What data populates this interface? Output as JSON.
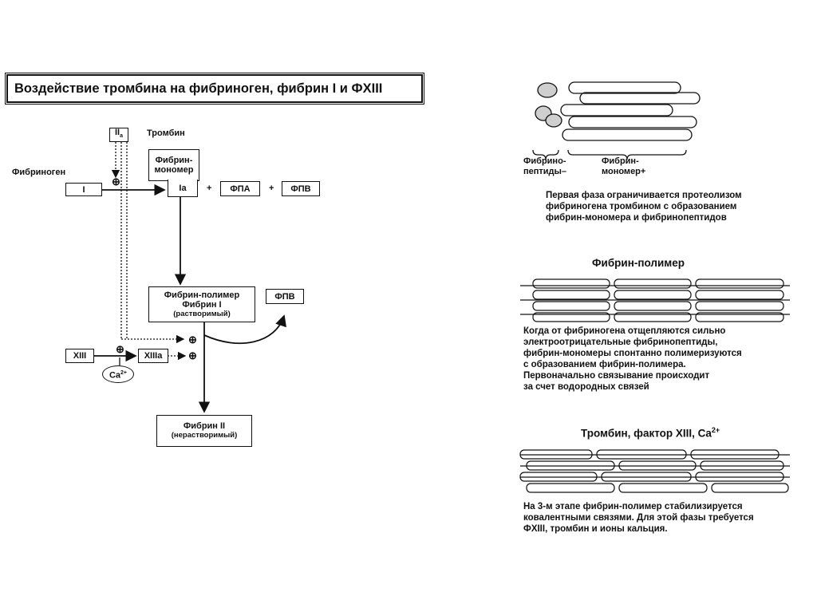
{
  "title": "Воздействие тромбина на фибриноген, фибрин I и ФХIII",
  "scheme": {
    "iia_main": "II",
    "iia_sub": "a",
    "thrombin": "Тромбин",
    "fibrinogen": "Фибриноген",
    "fibrinogen_box": "I",
    "monomer_line1": "Фибрин-",
    "monomer_line2": "мономер",
    "ia": "Ia",
    "plus": "+",
    "fpa": "ФПА",
    "fpb": "ФПВ",
    "polymer_line1": "Фибрин-полимер",
    "polymer_line2": "Фибрин I",
    "polymer_line3": "(растворимый)",
    "fpb2": "ФПВ",
    "xiii": "XIII",
    "xiiia": "XIIIa",
    "ca_main": "Ca",
    "ca_sup": "2+",
    "fibrin2_line1": "Фибрин II",
    "fibrin2_line2": "(нерастворимый)",
    "activate": "⊕"
  },
  "right": {
    "label_peptides_1": "Фибрино-",
    "label_peptides_2": "пептиды–",
    "label_monomer_1": "Фибрин-",
    "label_monomer_2": "мономер+",
    "phase1": [
      "Первая фаза ограничивается протеолизом",
      "фибриногена тромбином с образованием",
      "фибрин-мономера  и  фибринопептидов"
    ],
    "polymer_heading": "Фибрин-полимер",
    "phase2": [
      "Когда от фибриногена отщепляются сильно",
      "электроотрицательные фибринопептиды,",
      "фибрин-мономеры спонтанно полимеризуются",
      "с образованием фибрин-полимера.",
      "Первоначально связывание происходит",
      "за счет водородных связей"
    ],
    "stab_heading_main": "Тромбин, фактор XIII, Ca",
    "stab_heading_sup": "2+",
    "phase3": [
      "На 3-м этапе фибрин-полимер стабилизируется",
      "ковалентными связями. Для этой фазы требуется",
      "ФХIII, тромбин и ионы кальция."
    ]
  }
}
